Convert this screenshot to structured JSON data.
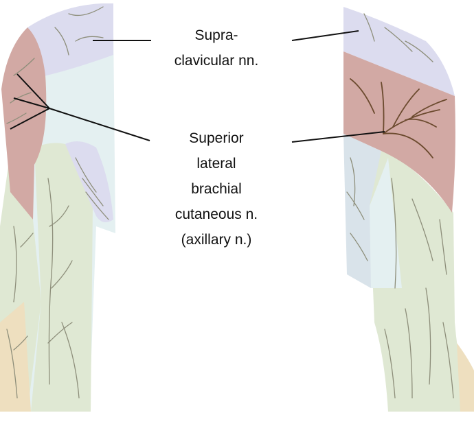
{
  "labels": {
    "supraclavicular": {
      "line1": "Supra-",
      "line2": "clavicular nn."
    },
    "superior_lateral": {
      "line1": "Superior",
      "line2": "lateral",
      "line3": "brachial",
      "line4": "cutaneous n.",
      "line5": "(axillary n.)"
    }
  },
  "colors": {
    "supraclavicular_region": "#dcdcef",
    "axillary_region": "#d2a9a4",
    "medial_region": "#e4f0f1",
    "posterior_region": "#d9e3ea",
    "lower_lateral_region": "#dfe8d3",
    "forearm_region": "#eedfbf",
    "nerve": "#8d8e7a",
    "axillary_nerve": "#6b4a2e",
    "pointer_line": "#111111"
  }
}
